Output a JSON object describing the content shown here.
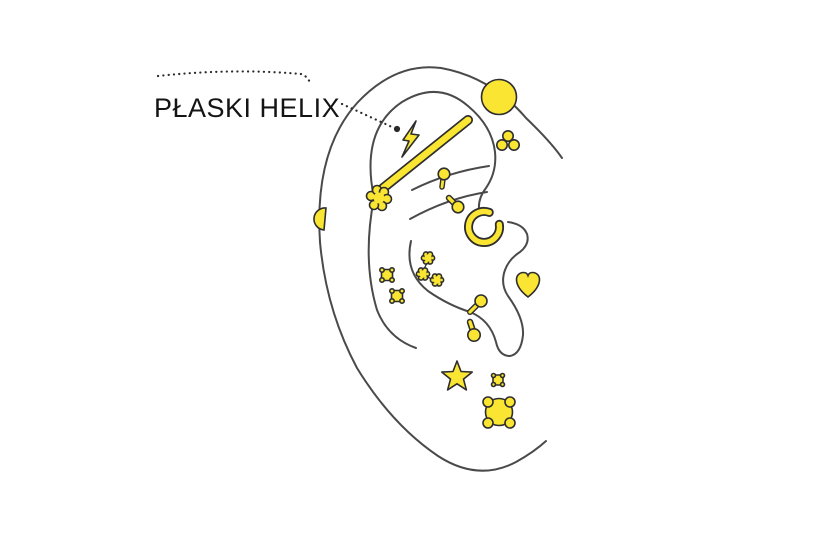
{
  "colors": {
    "background": "#ffffff",
    "jewelry_fill": "#f9e532",
    "jewelry_outline": "#2e2e2e",
    "ear_line": "#4a4a4a",
    "label_text": "#141414",
    "dotted_line": "#2a2a2a"
  },
  "label": {
    "text": "PŁASKI HELIX"
  },
  "jewelry_items": [
    {
      "name": "flat-helix-dot-marker",
      "shape": "black-dot"
    },
    {
      "name": "lightning-bolt-stud",
      "shape": "lightning-bolt"
    },
    {
      "name": "industrial-barbell",
      "shape": "bar-with-flower-end"
    },
    {
      "name": "helix-ball-stud",
      "shape": "large-circle"
    },
    {
      "name": "trinity-cluster-stud",
      "shape": "three-circles"
    },
    {
      "name": "outer-rim-half-ball",
      "shape": "half-circle"
    },
    {
      "name": "rook-ball-pin",
      "shape": "ball-pin"
    },
    {
      "name": "snug-angled-barbell",
      "shape": "angled-barbell"
    },
    {
      "name": "daith-hoop",
      "shape": "open-ring"
    },
    {
      "name": "flower-chain-stud",
      "shape": "three-flowers"
    },
    {
      "name": "square-gem-stud-upper",
      "shape": "pronged-square"
    },
    {
      "name": "square-gem-stud-lower",
      "shape": "pronged-square"
    },
    {
      "name": "conch-ball-pin",
      "shape": "ball-pin"
    },
    {
      "name": "tragus-angled-barbell",
      "shape": "angled-barbell"
    },
    {
      "name": "heart-stud",
      "shape": "heart"
    },
    {
      "name": "star-stud",
      "shape": "star"
    },
    {
      "name": "lobe-square-gem-stud",
      "shape": "pronged-square"
    },
    {
      "name": "lobe-pronged-gem",
      "shape": "pronged-circle"
    }
  ]
}
